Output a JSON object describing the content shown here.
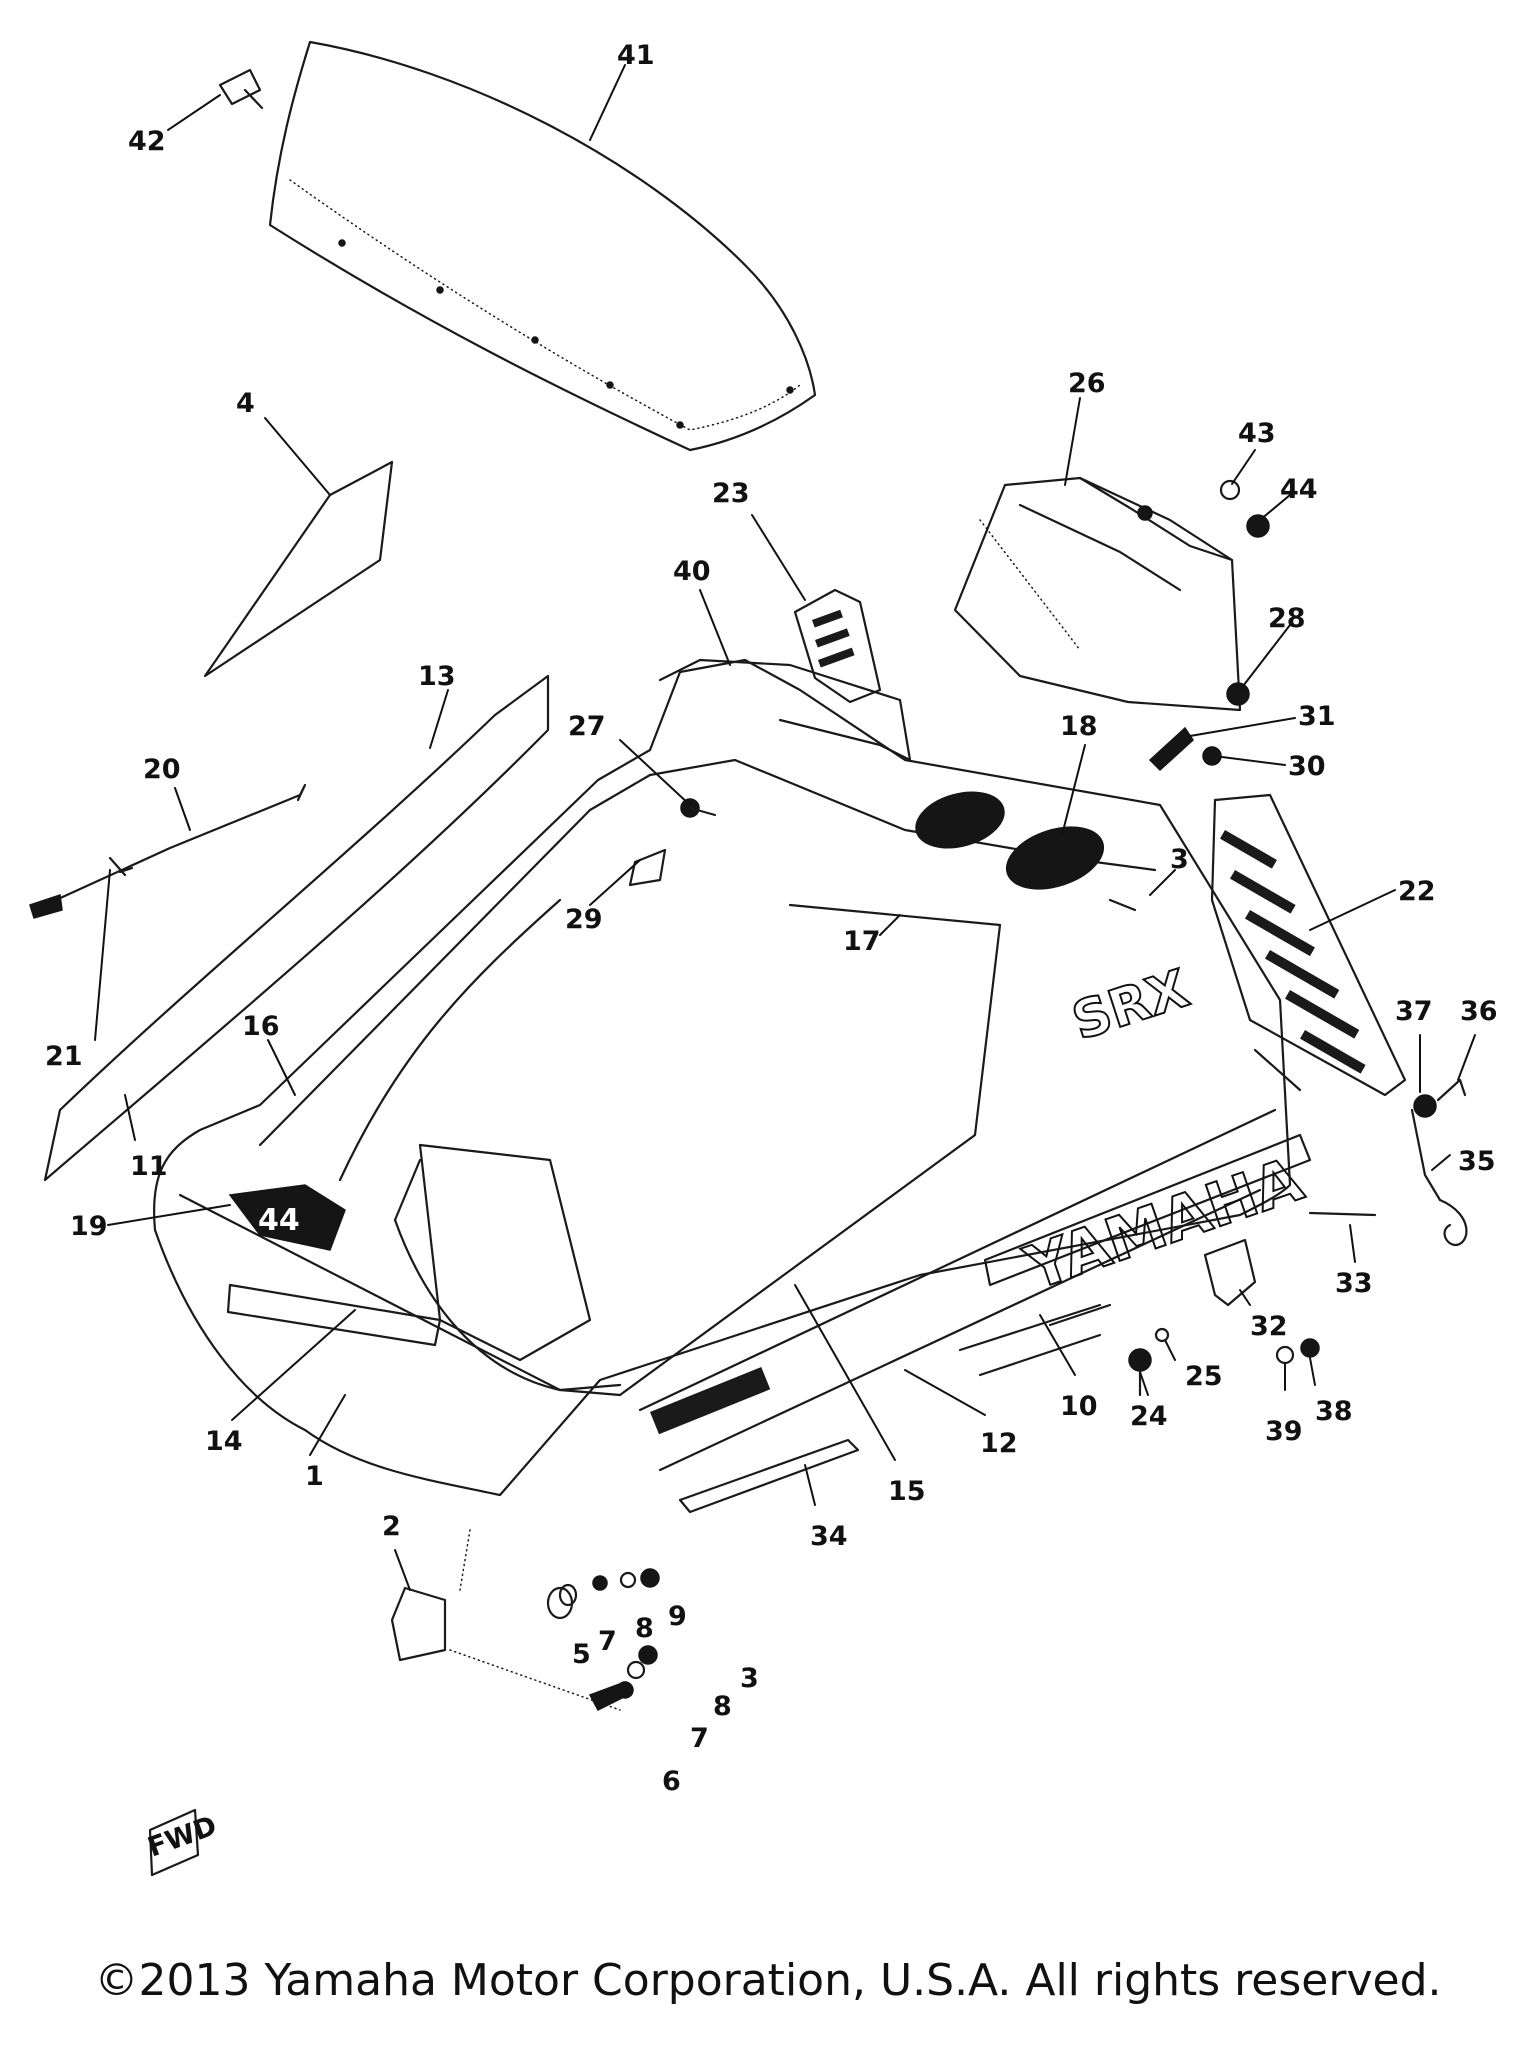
{
  "callouts": [
    "41",
    "42",
    "4",
    "26",
    "43",
    "44",
    "23",
    "40",
    "28",
    "13",
    "27",
    "31",
    "30",
    "20",
    "18",
    "22",
    "3",
    "29",
    "17",
    "21",
    "16",
    "37",
    "36",
    "35",
    "11",
    "19",
    "33",
    "32",
    "25",
    "24",
    "38",
    "39",
    "14",
    "10",
    "12",
    "15",
    "1",
    "34",
    "2",
    "9",
    "8",
    "7",
    "5",
    "3",
    "8",
    "7",
    "6"
  ],
  "decals": {
    "srx": "SRX",
    "yamaha": "YAMAHA",
    "badge": "44",
    "fwd": "FWD"
  },
  "copyright": "©2013 Yamaha Motor Corporation, U.S.A. All rights reserved."
}
